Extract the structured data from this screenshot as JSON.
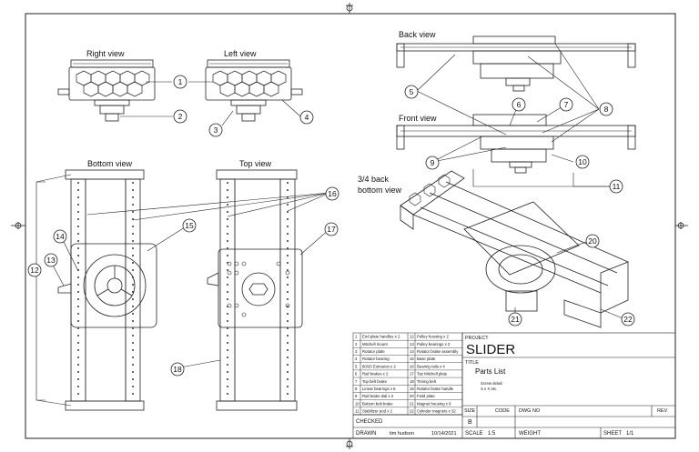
{
  "views": {
    "right": "Right view",
    "left": "Left view",
    "back": "Back view",
    "front": "Front view",
    "bottom": "Bottom view",
    "top": "Top view",
    "back_bottom_line1": "3/4 back",
    "back_bottom_line2": "bottom view"
  },
  "callouts": [
    "1",
    "2",
    "3",
    "4",
    "5",
    "6",
    "7",
    "8",
    "9",
    "10",
    "11",
    "12",
    "13",
    "14",
    "15",
    "16",
    "17",
    "18",
    "20",
    "21",
    "22"
  ],
  "parts_list": [
    {
      "no": "1",
      "desc": "End plate handles x 2"
    },
    {
      "no": "2",
      "desc": "Mitchell mount"
    },
    {
      "no": "3",
      "desc": "Rotator plate"
    },
    {
      "no": "4",
      "desc": "Rotator bearing"
    },
    {
      "no": "5",
      "desc": "80/20 Extrusion x 2"
    },
    {
      "no": "6",
      "desc": "Rail brakes x 2"
    },
    {
      "no": "7",
      "desc": "Top belt brake"
    },
    {
      "no": "8",
      "desc": "Linear bearings x 5"
    },
    {
      "no": "9",
      "desc": "Rail brake dial x 2"
    },
    {
      "no": "10",
      "desc": "Bottom belt brake"
    },
    {
      "no": "11",
      "desc": "Stabilizer pod x 2"
    },
    {
      "no": "12",
      "desc": "Pulley housing x 2"
    },
    {
      "no": "13",
      "desc": "Pulley bearings x 2"
    },
    {
      "no": "14",
      "desc": "Rotator brake assembly"
    },
    {
      "no": "15",
      "desc": "Base plate"
    },
    {
      "no": "16",
      "desc": "Bearing rails x 4"
    },
    {
      "no": "17",
      "desc": "Top Mitchell plate"
    },
    {
      "no": "18",
      "desc": "Timing belt"
    },
    {
      "no": "19",
      "desc": "Rotator brake handle"
    },
    {
      "no": "20",
      "desc": "Field plate"
    },
    {
      "no": "21",
      "desc": "Magnet housing x 8"
    },
    {
      "no": "22",
      "desc": "Cylinder magnets x 32"
    }
  ],
  "title_block": {
    "project_label": "PROJECT",
    "project": "SLIDER",
    "title_label": "TITLE",
    "title": "Parts List",
    "note_line1": "Screw detail:",
    "note_line2": "X x X etc.",
    "size_label": "SIZE",
    "size": "B",
    "code_label": "CODE",
    "dwg_label": "DWG NO",
    "rev_label": "REV",
    "checked_label": "CHECKED",
    "drawn_label": "DRAWN",
    "drawn_by": "tim hudson",
    "date": "10/14/2021",
    "scale_label": "SCALE",
    "scale": "1:5",
    "weight_label": "WEIGHT",
    "sheet_label": "SHEET",
    "sheet": "1/1"
  }
}
